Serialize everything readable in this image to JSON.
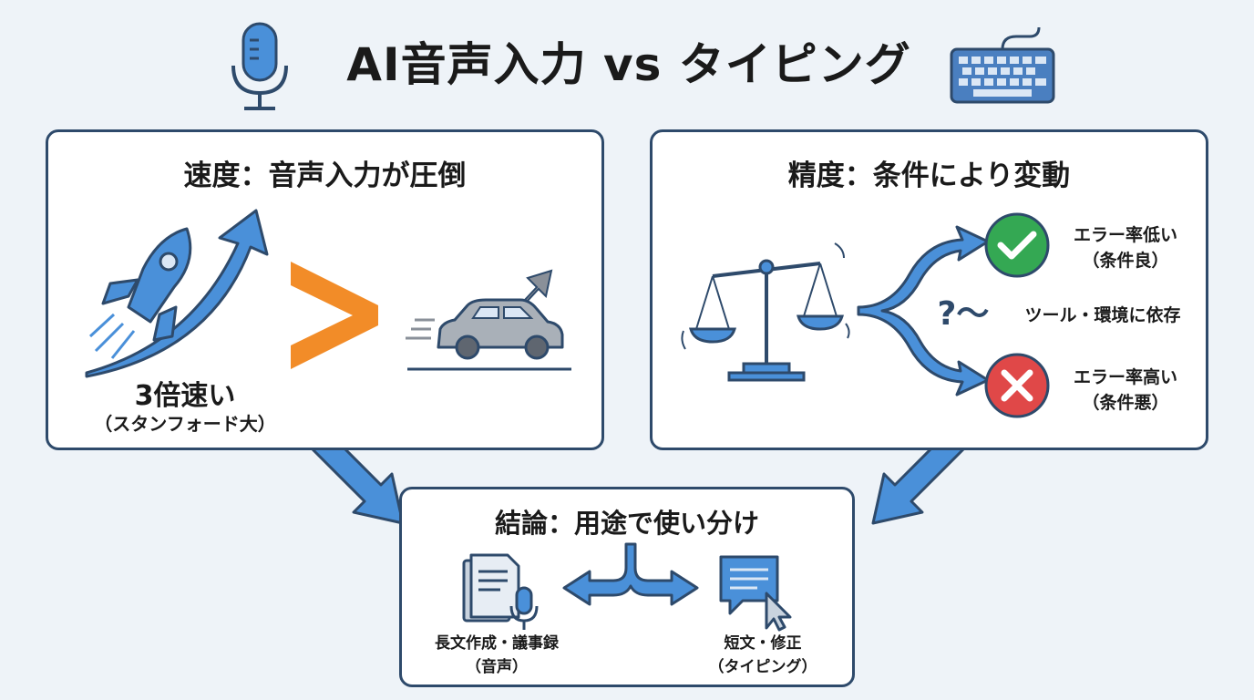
{
  "title": "AI音声入力 vs タイピング",
  "speed": {
    "heading": "速度：音声入力が圧倒",
    "result_main": "3倍速い",
    "result_source": "（スタンフォード大）"
  },
  "accuracy": {
    "heading": "精度：条件により変動",
    "good_line1": "エラー率低い",
    "good_line2": "（条件良）",
    "depends_mark": "?～",
    "depends_text": "ツール・環境に依存",
    "bad_line1": "エラー率高い",
    "bad_line2": "（条件悪）"
  },
  "conclusion": {
    "heading": "結論：用途で使い分け",
    "voice_line1": "長文作成・議事録",
    "voice_line2": "（音声）",
    "typing_line1": "短文・修正",
    "typing_line2": "（タイピング）"
  },
  "colors": {
    "navy": "#2e4a6b",
    "blue": "#4a90d9",
    "orange": "#f28c28",
    "green": "#34a853",
    "red": "#e04848",
    "gray": "#8a9099"
  }
}
